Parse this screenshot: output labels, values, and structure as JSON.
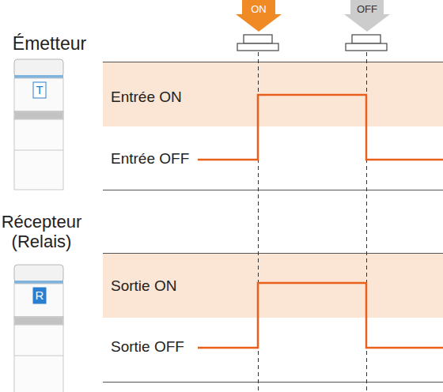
{
  "diagram": {
    "nodes": [
      {
        "text": [
          "Émetteur",
          "T"
        ]
      },
      {
        "text": [
          "Récepteur (Relais)",
          "R"
        ]
      },
      {
        "text": [
          "ON"
        ]
      },
      {
        "text": [
          "OFF"
        ]
      },
      {
        "text": [
          "Entrée ON"
        ]
      },
      {
        "text": [
          "Sortie ON"
        ]
      }
    ],
    "labels": [
      "Entrée OFF",
      "Sortie OFF"
    ]
  }
}
